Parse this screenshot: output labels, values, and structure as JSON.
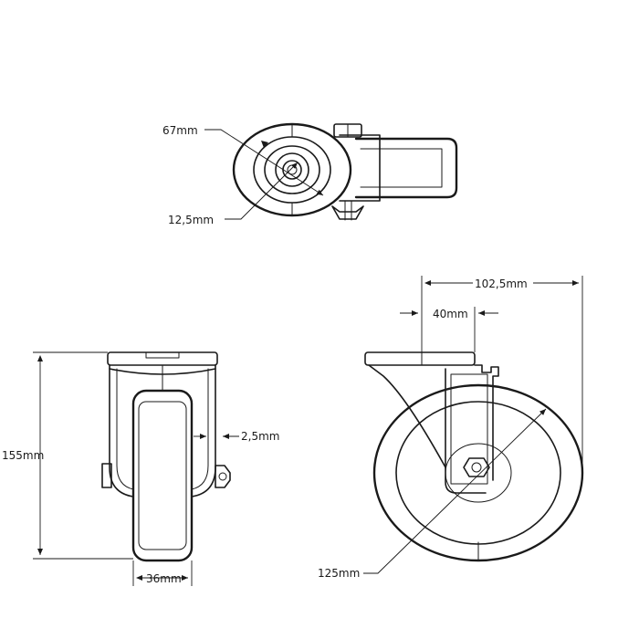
{
  "top_view": {
    "flange_diameter_label": "67mm",
    "bolt_hole_label": "12,5mm"
  },
  "front_view": {
    "height_label": "155mm",
    "plate_thickness_label": "2,5mm",
    "wheel_width_label": "36mm"
  },
  "side_view": {
    "overall_length_label": "102,5mm",
    "offset_label": "40mm",
    "wheel_diameter_label": "125mm"
  }
}
